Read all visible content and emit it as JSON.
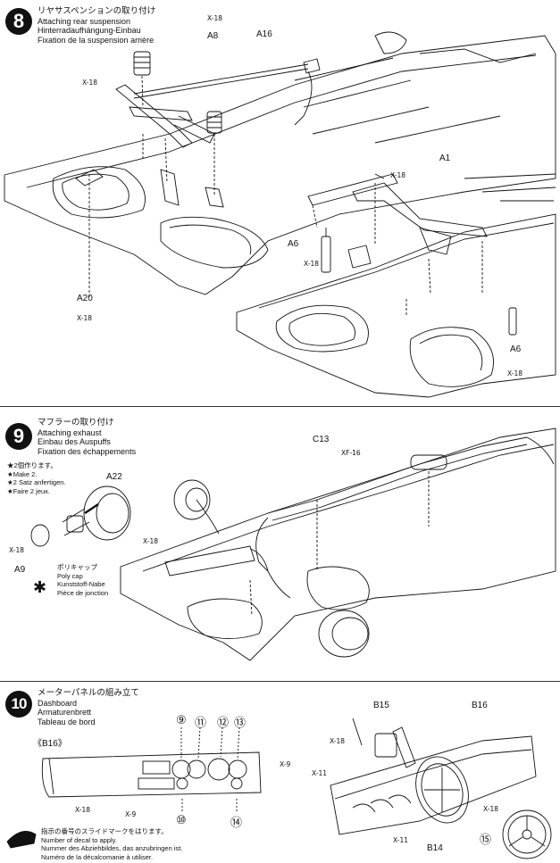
{
  "step8": {
    "number": "8",
    "title_jp": "リヤサスペンションの取り付け",
    "title_en": "Attaching rear suspension",
    "title_de": "Hinterradaufhängung-Einbau",
    "title_fr": "Fixation de la suspension arrière",
    "labels": [
      "A16",
      "A8",
      "A1",
      "A6",
      "A20",
      "A6"
    ],
    "screws": [
      "X-18",
      "X-18",
      "X-18",
      "X-18",
      "X-18",
      "X-18"
    ]
  },
  "step9": {
    "number": "9",
    "title_jp": "マフラーの取り付け",
    "title_en": "Attaching exhaust",
    "title_de": "Einbau des Auspuffs",
    "title_fr": "Fixation des échappements",
    "make_jp": "★2個作ります。",
    "make_en": "★Make 2.",
    "make_de": "★2 Satz anfertigen.",
    "make_fr": "★Faire 2 jeux.",
    "labels": [
      "C13",
      "XF-16",
      "A22",
      "A9"
    ],
    "screws": [
      "X-18",
      "X-18"
    ],
    "polycap_jp": "ポリキャップ",
    "polycap_en": "Poly cap",
    "polycap_de": "Kunststoff-Nabe",
    "polycap_fr": "Pièce de jonction"
  },
  "step10": {
    "number": "10",
    "title_jp": "メーターパネルの組み立て",
    "title_en": "Dashboard",
    "title_de": "Armaturenbrett",
    "title_fr": "Tableau de bord",
    "sub_label": "《B16》",
    "decals": [
      "⑨",
      "⑪",
      "⑫",
      "⑬",
      "⑩",
      "⑭",
      "⑮"
    ],
    "labels": [
      "B15",
      "B16",
      "B14"
    ],
    "screws": [
      "X-9",
      "X-18",
      "X-9",
      "X-18",
      "X-11",
      "X-11",
      "X-18"
    ],
    "footer_jp": "指示の番号のスライドマークをはります。",
    "footer_en": "Number of decal to apply.",
    "footer_de": "Nummer des Abziehbildes, das anzubringen ist.",
    "footer_fr": "Numéro de la décalcomanie à utiliser."
  }
}
